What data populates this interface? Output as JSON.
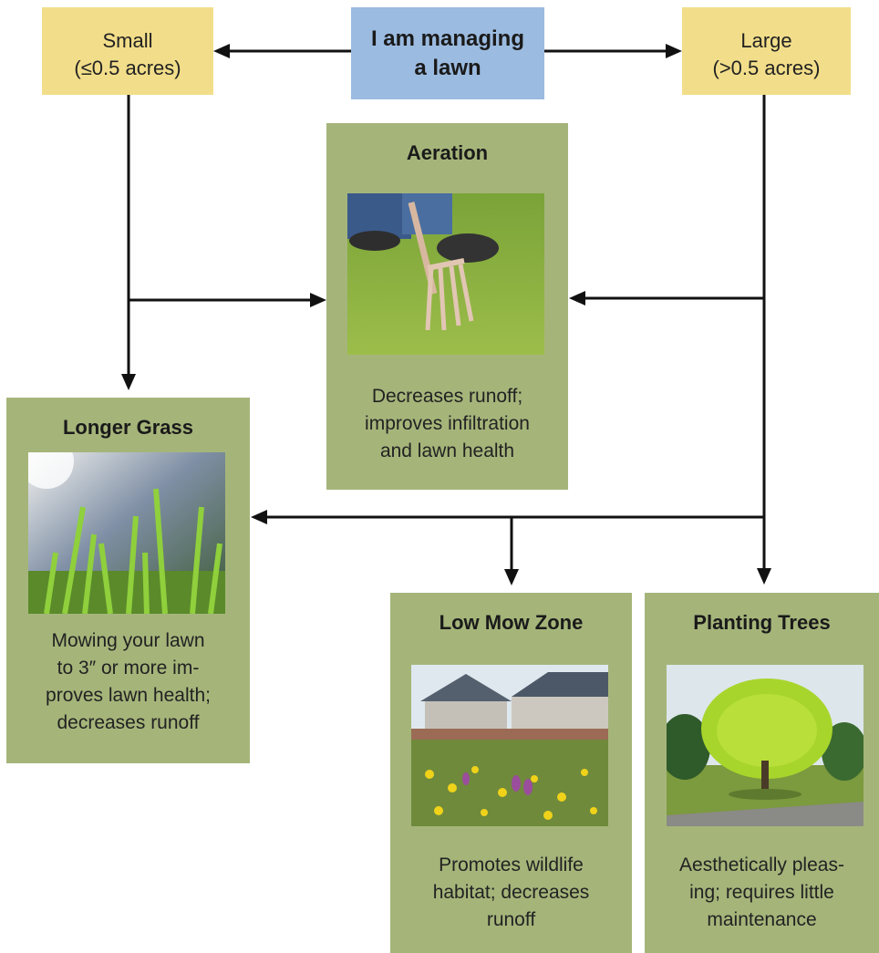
{
  "root": {
    "line1": "I am managing",
    "line2": "a lawn"
  },
  "small": {
    "line1": "Small",
    "line2": "(≤0.5 acres)"
  },
  "large": {
    "line1": "Large",
    "line2": "(>0.5 acres)"
  },
  "aeration": {
    "title": "Aeration",
    "desc1": "Decreases runoff;",
    "desc2": "improves infiltration",
    "desc3": "and lawn health"
  },
  "longer_grass": {
    "title": "Longer Grass",
    "desc1": "Mowing your lawn",
    "desc2": "to 3″ or more im-",
    "desc3": "proves lawn health;",
    "desc4": "decreases runoff"
  },
  "low_mow": {
    "title": "Low Mow Zone",
    "desc1": "Promotes wildlife",
    "desc2": "habitat; decreases",
    "desc3": "runoff"
  },
  "trees": {
    "title": "Planting Trees",
    "desc1": "Aesthetically pleas-",
    "desc2": "ing; requires little",
    "desc3": "maintenance"
  },
  "colors": {
    "yellow_box": "#f2de8a",
    "blue_box": "#9bbbe0",
    "green_box": "#a5b57a",
    "arrow": "#111111"
  }
}
